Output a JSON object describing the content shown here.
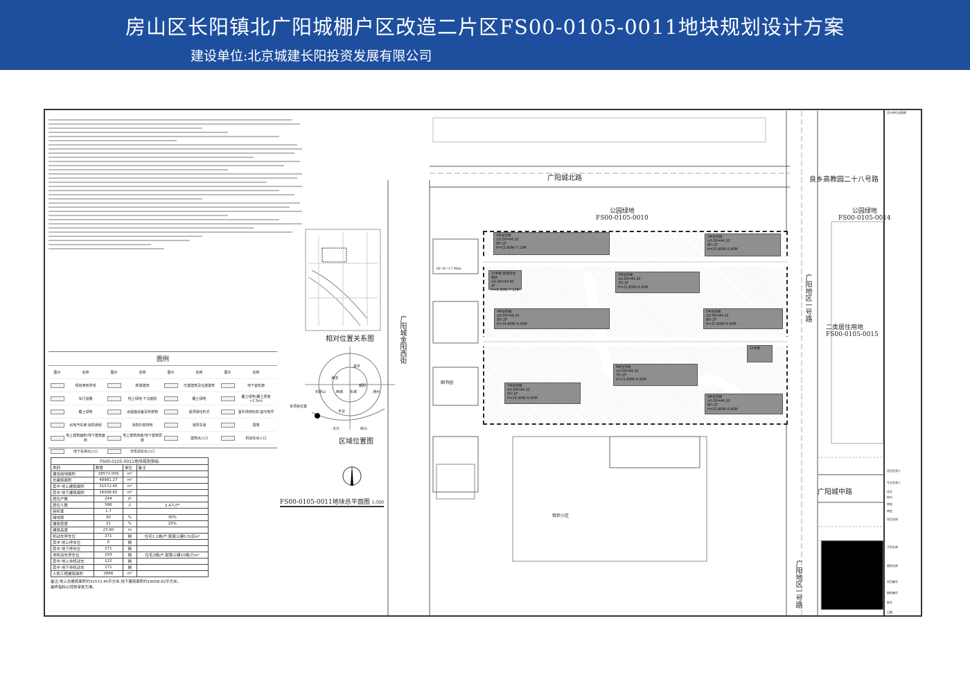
{
  "header": {
    "title": "房山区长阳镇北广阳城棚户区改造二片区FS00-0105-0011地块规划设计方案",
    "subtitle": "建设单位:北京城建长阳投资发展有限公司"
  },
  "insets": {
    "relative_title": "相对位置关系图",
    "regional_title": "区域位置图",
    "regional_marker": "本项目位置",
    "districts": [
      "昌平",
      "海淀",
      "朝阳",
      "石景山",
      "西城",
      "东城",
      "通州",
      "丰台",
      "大兴",
      "房山"
    ],
    "plan_title": "FS00-0105-0011地块总平面图",
    "plan_scale": "1:500",
    "north": "北"
  },
  "roads": {
    "north": "广阳城北路",
    "west": "广阳城金阳西街",
    "east": "广阳地区一号路",
    "east_lower": "广阳地区一号路",
    "mid": "广阳城中路",
    "ne": "良乡高教园二十八号路"
  },
  "parcels": [
    {
      "name": "公园绿地",
      "code": "FS00-0105-0010"
    },
    {
      "name": "公园绿地",
      "code": "FS00-0105-0014"
    },
    {
      "name": "二类居住用地",
      "code": "FS00-0105-0015"
    }
  ],
  "neighbors": {
    "west_label": "图书园",
    "south_label": "观状小区",
    "height": "6F H=17.98m"
  },
  "buildings": [
    {
      "name": "1#住宅楼",
      "elev": "±0.00=44.20",
      "floors": "8F/-2F",
      "h": "H=23.90M/-7.10M"
    },
    {
      "name": "2#住宅楼",
      "elev": "±0.00=44.20",
      "floors": "8F/-2F",
      "h": "H=23.90M/-6.90M"
    },
    {
      "name": "3#住宅楼",
      "elev": "±0.00=44.20",
      "floors": "7F/-2F",
      "h": "H=21.60M/-6.90M"
    },
    {
      "name": "4#住宅楼",
      "elev": "±0.00=44.20",
      "floors": "5F/-2F",
      "h": "H=14.90M/-6.90M"
    },
    {
      "name": "5#住宅楼",
      "elev": "±0.00=44.20",
      "floors": "6F/-2F",
      "h": "H=17.90M/-6.90M"
    },
    {
      "name": "6#住宅楼",
      "elev": "±0.00=44.20",
      "floors": "7F/-2F",
      "h": "H=21.60M/-6.90M"
    },
    {
      "name": "7#住宅楼",
      "elev": "±0.00=44.20",
      "floors": "5F/-2F",
      "h": "H=14.90M/-6.90M"
    },
    {
      "name": "8#住宅楼",
      "elev": "±0.00=44.20",
      "floors": "8F/-2F",
      "h": "H=23.90M/-6.90M"
    },
    {
      "name": "10#楼 配套综合用房",
      "elev": "±0.00=44.60",
      "floors": "2F",
      "h": "H=8.90M/-7.10M"
    },
    {
      "name": "11#楼",
      "elev": "",
      "floors": "",
      "h": ""
    }
  ],
  "legend": {
    "title": "图例",
    "col_icon": "图示",
    "col_name": "名称",
    "items": [
      "规划用地界线",
      "新建建筑",
      "已建建筑及在建建筑",
      "地下室轮廓",
      "车行道路",
      "地上绿地·下沉庭院",
      "覆土绿地",
      "覆土绿地(覆土厚度>1.5m)",
      "覆土绿地",
      "出屋面设备及构筑物",
      "屋顶绿化形式",
      "室外场地标高·室内地坪",
      "出地汽车坡·消防通道",
      "消防扑救场地",
      "消防车道",
      "围墙",
      "地上建筑面积/地下建筑面积",
      "地上建筑高度/地下建筑层数",
      "建筑出入口",
      "机动车出入口",
      "地下车库出入口",
      "非机动车出入口"
    ]
  },
  "table": {
    "title": "FS00-0105-0011地块规划指标",
    "headers": [
      "类别",
      "数值",
      "单位",
      "备注"
    ],
    "rows": [
      [
        "建设用地面积",
        "18572.009",
        "m²",
        ""
      ],
      [
        "总建筑面积",
        "48981.27",
        "m²",
        ""
      ],
      [
        "其中 地上建筑面积",
        "31572.45",
        "m²",
        ""
      ],
      [
        "其中 地下建筑面积",
        "16008.82",
        "m²",
        ""
      ],
      [
        "居住户数",
        "244",
        "户",
        ""
      ],
      [
        "居住人数",
        "586",
        "人",
        "2.4人/户"
      ],
      [
        "容积率",
        "1.7",
        "",
        ""
      ],
      [
        "绿地率",
        "30",
        "%",
        "30%"
      ],
      [
        "建筑密度",
        "21",
        "%",
        "25%"
      ],
      [
        "建筑高度",
        "23.90",
        "m",
        ""
      ],
      [
        "机动车停车位",
        "271",
        "辆",
        "住宅1.1辆/户,配套公建0.5/百m²"
      ],
      [
        "其中 地上停车位",
        "0",
        "辆",
        ""
      ],
      [
        "其中 地下停车位",
        "271",
        "辆",
        ""
      ],
      [
        "非机动车停车位",
        "293",
        "辆",
        "住宅2辆/户,配套公建10辆/万m²"
      ],
      [
        "其中 地上非机动车",
        "122",
        "辆",
        ""
      ],
      [
        "其中 地下非机动车",
        "171",
        "辆",
        ""
      ],
      [
        "人防工程建筑面积",
        "2866",
        "m²",
        ""
      ]
    ],
    "note1": "备注:地上总建筑面积约31572.45平方米,地下建筑面积约16008.82平方米。",
    "note2": "最终指标以规划审批为准。"
  },
  "titleblock": {
    "items": [
      "设计单位出图章",
      "项目负责人",
      "专业负责人",
      "设计",
      "校对",
      "审核",
      "审定",
      "项目名称",
      "子项名称",
      "图纸名称",
      "项目编号",
      "图纸编号",
      "图号",
      "日期"
    ]
  }
}
